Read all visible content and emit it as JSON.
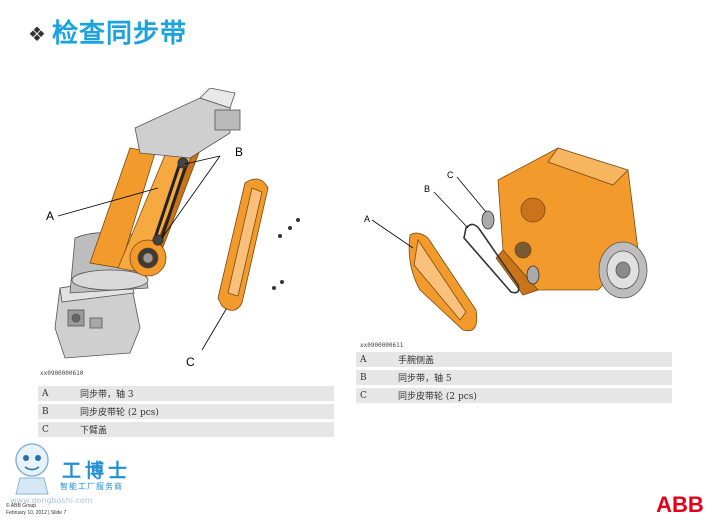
{
  "slide": {
    "title_bullet": "❖",
    "title": "检查同步带"
  },
  "left_figure": {
    "callouts": {
      "A": "A",
      "B": "B",
      "C": "C"
    },
    "ref": "xx0900000610",
    "legend": [
      {
        "key": "A",
        "label": "同步带，轴 3"
      },
      {
        "key": "B",
        "label": "同步皮带轮 (2 pcs)"
      },
      {
        "key": "C",
        "label": "下臂盖"
      }
    ]
  },
  "right_figure": {
    "callouts": {
      "A": "A",
      "B": "B",
      "C": "C"
    },
    "ref": "xx0900000611",
    "legend": [
      {
        "key": "A",
        "label": "手腕侧盖"
      },
      {
        "key": "B",
        "label": "同步带，轴 5"
      },
      {
        "key": "C",
        "label": "同步皮带轮 (2 pcs)"
      }
    ]
  },
  "branding": {
    "watermark_cn": "工博士",
    "watermark_sub": "智能工厂服务商",
    "watermark_url": "www.gongboshi.com",
    "copyright_line1": "© ABB Group",
    "copyright_line2": "February 10, 2012 | Slide 7",
    "logo_text": "ABB"
  },
  "colors": {
    "title": "#1aa3dc",
    "robot_orange": "#f39a2d",
    "robot_orange_dark": "#c9741a",
    "robot_grey": "#c8c8c8",
    "abb_red": "#e2001a",
    "legend_bg": "#e6e6e6"
  }
}
